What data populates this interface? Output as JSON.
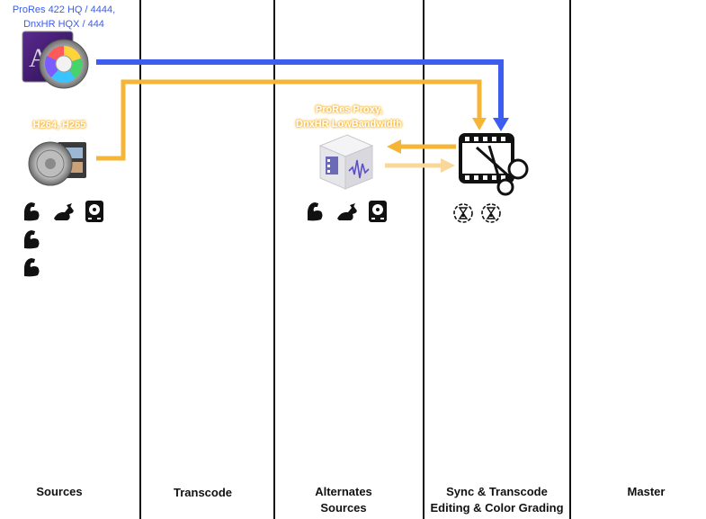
{
  "columns": {
    "sources": "Sources",
    "transcode": "Transcode",
    "alternates_line1": "Alternates",
    "alternates_line2": "Sources",
    "sync_line1": "Sync & Transcode",
    "sync_line2": "Editing & Color Grading",
    "master": "Master"
  },
  "source_high": {
    "format_line1": "ProRes 422 HQ / 4444,",
    "format_line2": "DnxHR HQX / 444",
    "icon": "motion-app-icon"
  },
  "source_low": {
    "format": "H264, H265",
    "icon": "media-speaker-film-icon"
  },
  "alternate": {
    "format_line1": "ProRes Proxy,",
    "format_line2": "DnxHR LowBandwidth",
    "icon": "compressor-cube-icon"
  },
  "editor": {
    "icon": "film-scissors-icon"
  },
  "badges": {
    "sources_row": [
      "muscle-icon",
      "rabbit-icon",
      "hard-drive-icon"
    ],
    "sources_extra": [
      "muscle-icon",
      "muscle-icon"
    ],
    "alternates_row": [
      "muscle-icon",
      "rabbit-icon",
      "hard-drive-icon"
    ],
    "sync_row": [
      "timer-icon",
      "timer-icon"
    ]
  },
  "colors": {
    "blue": "#3d5cf0",
    "orange": "#f5b638",
    "light_orange": "#f9d79a",
    "text_blue": "#3a5cf0",
    "line": "#111111"
  }
}
